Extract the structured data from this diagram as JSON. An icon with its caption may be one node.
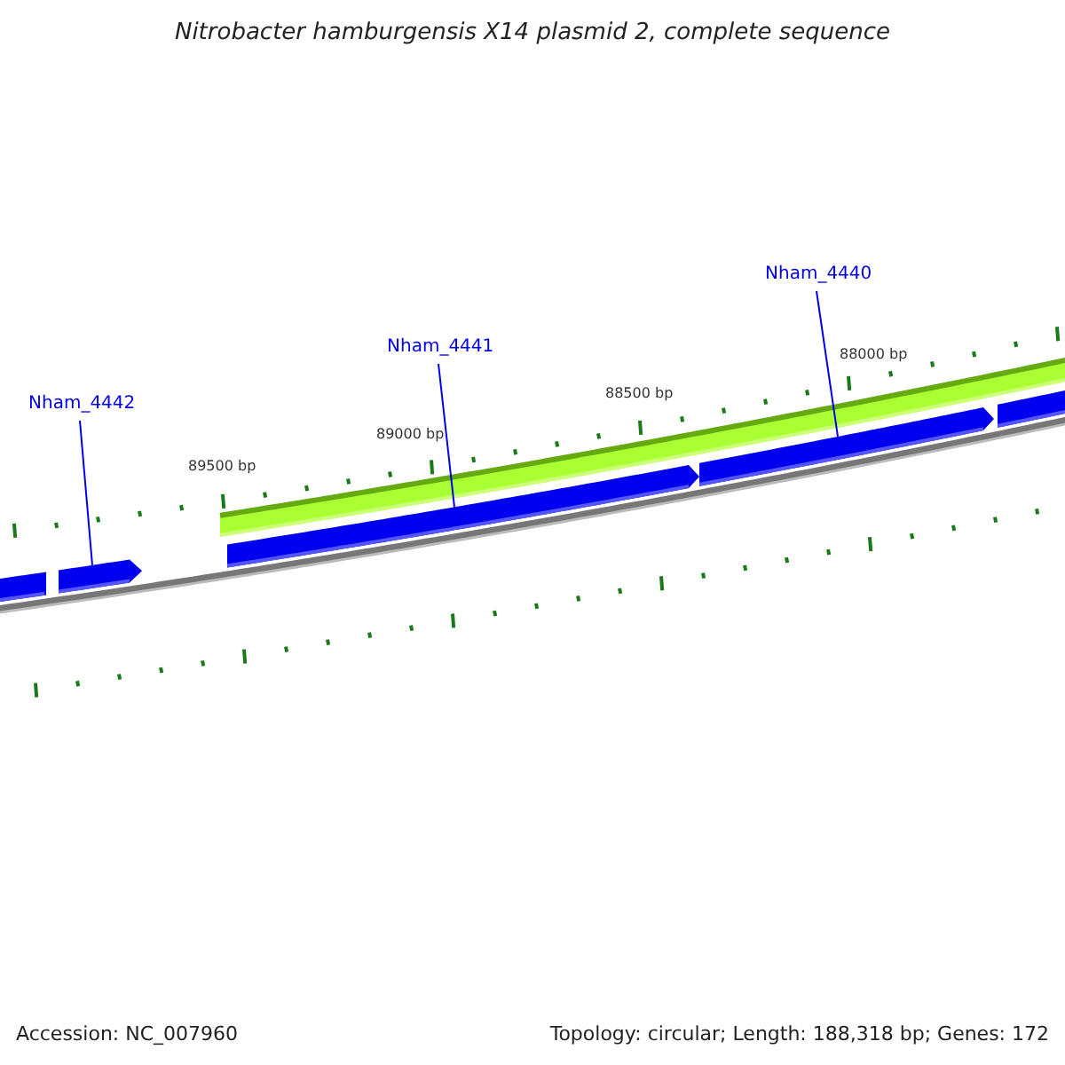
{
  "diagram": {
    "title": "Nitrobacter hamburgensis X14 plasmid 2, complete sequence",
    "nodes": [
      {
        "text": [
          "Nham_4442"
        ]
      },
      {
        "text": [
          "Nham_4441"
        ]
      },
      {
        "text": [
          "Nham_4440"
        ]
      },
      {
        "text": [],
        "shape": "arrow"
      },
      {
        "text": [],
        "shape": "arrow"
      },
      {
        "text": [],
        "shape": "arrow"
      }
    ],
    "edges": [
      {
        "from": 0,
        "to": 3,
        "arrow": "none"
      },
      {
        "from": 1,
        "to": 4,
        "arrow": "none"
      },
      {
        "from": 2,
        "to": 5,
        "arrow": "none"
      }
    ],
    "labels": [
      "89500 bp",
      "89000 bp",
      "88500 bp",
      "88000 bp",
      "Accession: NC_007960",
      "Topology: circular; Length: 188,318 bp; Genes: 172"
    ]
  }
}
